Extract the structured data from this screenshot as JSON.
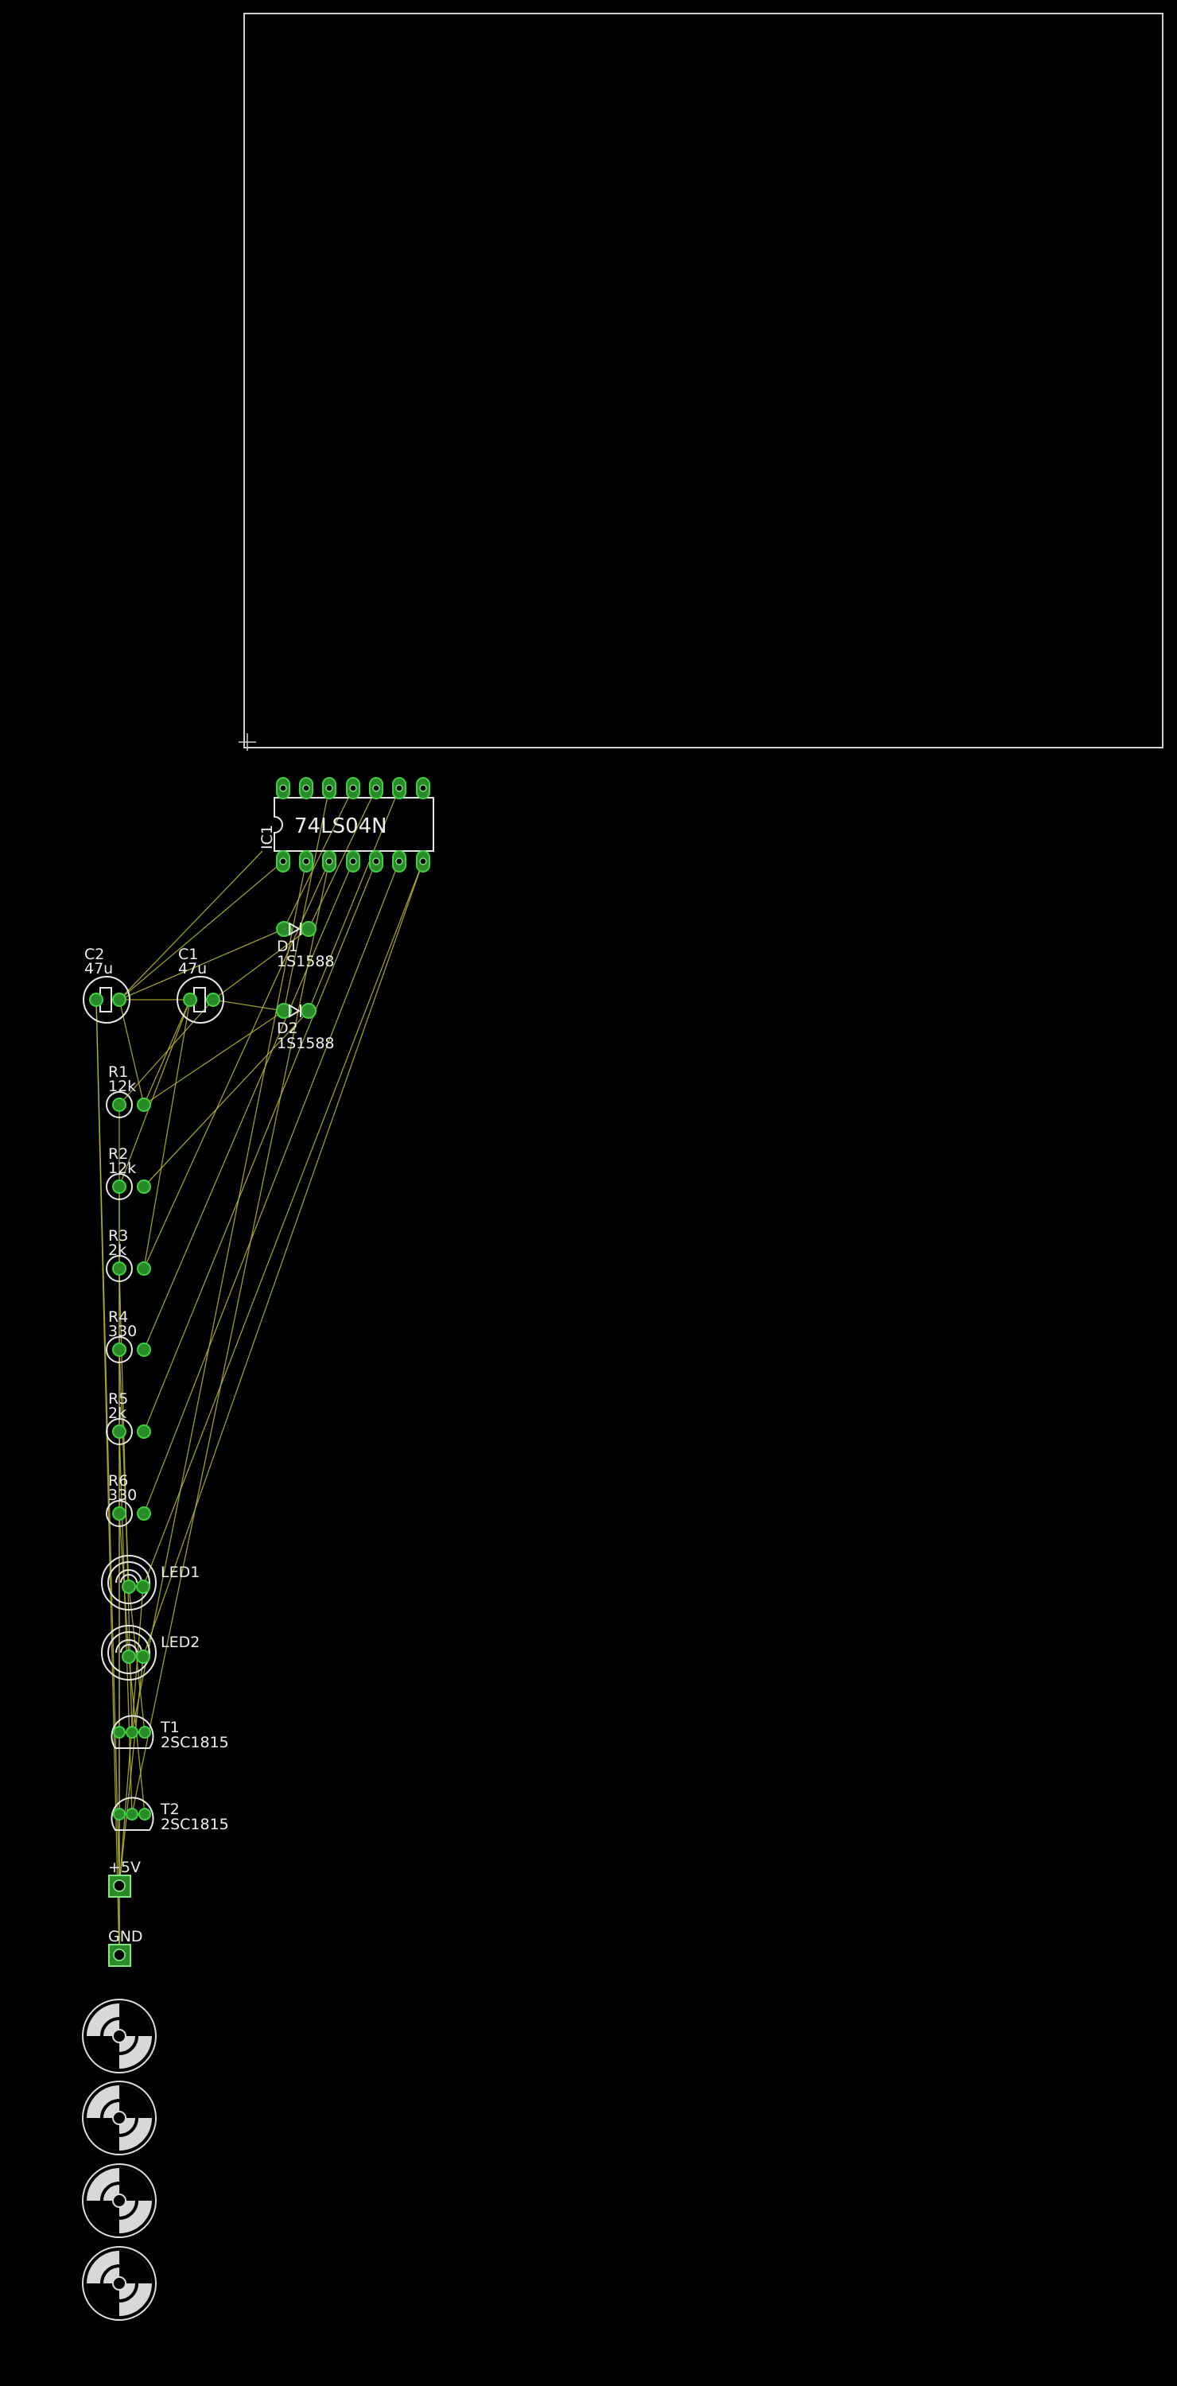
{
  "ic": {
    "name": "IC1",
    "value": "74LS04N"
  },
  "diodes": [
    {
      "name": "D1",
      "value": "1S1588"
    },
    {
      "name": "D2",
      "value": "1S1588"
    }
  ],
  "capacitors": [
    {
      "name": "C2",
      "value": "47u"
    },
    {
      "name": "C1",
      "value": "47u"
    }
  ],
  "resistors": [
    {
      "name": "R1",
      "value": "12k"
    },
    {
      "name": "R2",
      "value": "12k"
    },
    {
      "name": "R3",
      "value": "2k"
    },
    {
      "name": "R4",
      "value": "330"
    },
    {
      "name": "R5",
      "value": "2k"
    },
    {
      "name": "R6",
      "value": "330"
    }
  ],
  "leds": [
    {
      "name": "LED1"
    },
    {
      "name": "LED2"
    }
  ],
  "transistors": [
    {
      "name": "T1",
      "value": "2SC1815"
    },
    {
      "name": "T2",
      "value": "2SC1815"
    }
  ],
  "connectors": [
    {
      "name": "+5V"
    },
    {
      "name": "GND"
    }
  ],
  "colors": {
    "background": "#000000",
    "board_outline": "#cfcfcf",
    "silkscreen": "#e6e6e6",
    "pad": "#2a8a2a",
    "ratsnest": "#b9b932"
  }
}
